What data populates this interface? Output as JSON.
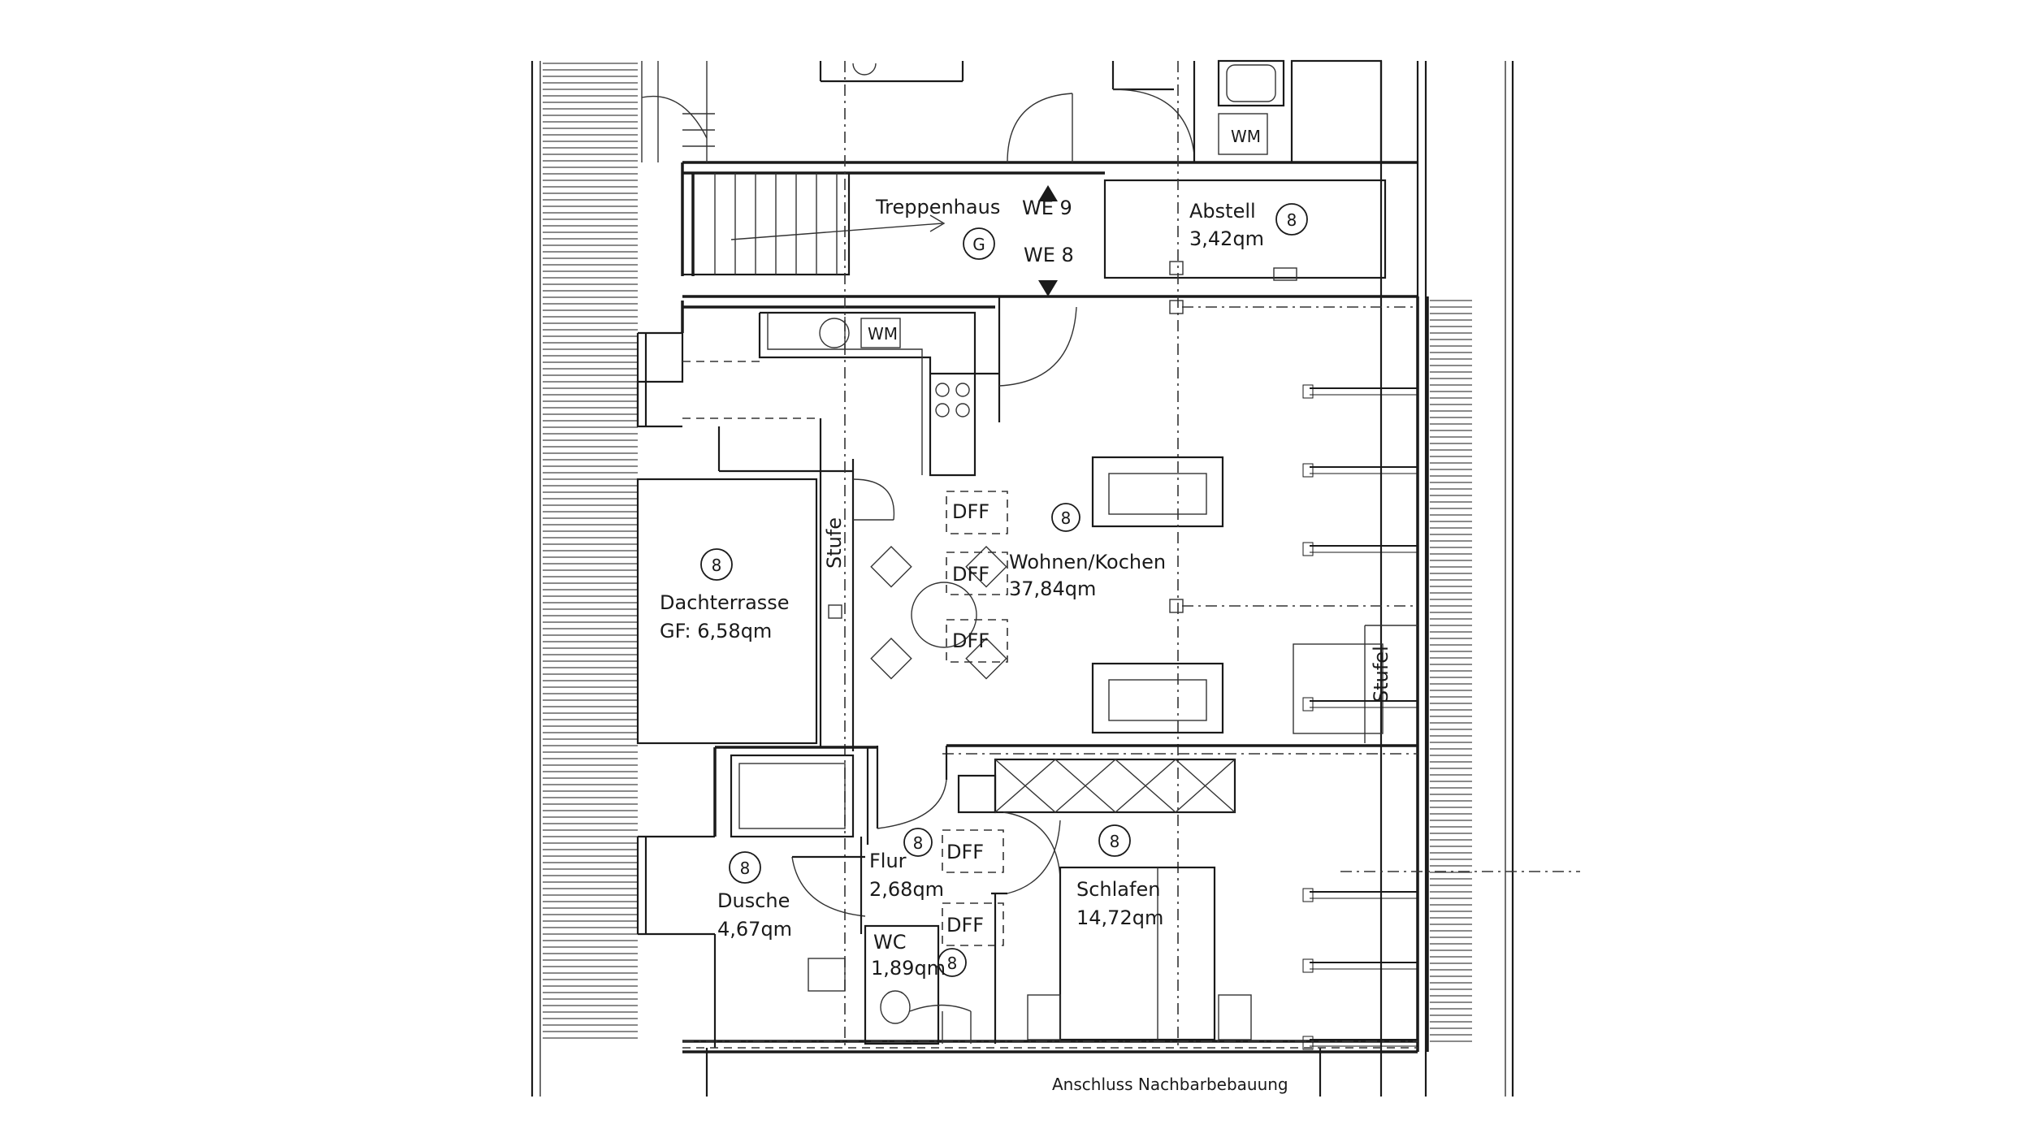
{
  "rooms": {
    "treppenhaus": "Treppenhaus",
    "treppenhaus_mark": "G",
    "we9": "WE 9",
    "we8": "WE 8",
    "abstell_name": "Abstell",
    "abstell_area": "3,42qm",
    "wohnen_name": "Wohnen/Kochen",
    "wohnen_area": "37,84qm",
    "dachterrasse_name": "Dachterrasse",
    "dachterrasse_area": "GF: 6,58qm",
    "flur_name": "Flur",
    "flur_area": "2,68qm",
    "dusche_name": "Dusche",
    "dusche_area": "4,67qm",
    "wc_name": "WC",
    "wc_area": "1,89qm",
    "schlafen_name": "Schlafen",
    "schlafen_area": "14,72qm"
  },
  "marks": {
    "unit": "8"
  },
  "labels": {
    "wm": "WM",
    "dff": "DFF",
    "stufe": "Stufe",
    "stufe2": "Stufel",
    "footer": "Anschluss Nachbarbebauung"
  }
}
